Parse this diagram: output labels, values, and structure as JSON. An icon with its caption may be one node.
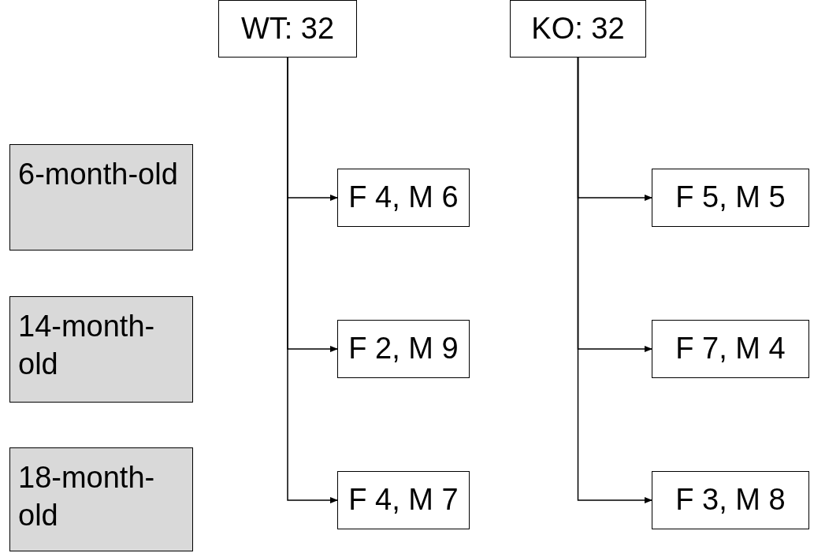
{
  "diagram": {
    "nodes": [
      {
        "text": [
          "6-month-old"
        ]
      },
      {
        "text": [
          "14-month-old"
        ]
      },
      {
        "text": [
          "18-month-old"
        ]
      },
      {
        "text": [
          "WT: 32"
        ]
      },
      {
        "text": [
          "KO: 32"
        ]
      },
      {
        "text": [
          "F 4, M 6"
        ]
      },
      {
        "text": [
          "F 2, M 9"
        ]
      },
      {
        "text": [
          "F 4, M 7"
        ]
      },
      {
        "text": [
          "F 5, M 5"
        ]
      },
      {
        "text": [
          "F 7, M 4"
        ]
      },
      {
        "text": [
          "F 3, M 8"
        ]
      }
    ],
    "edges": [
      {
        "from": 3,
        "to": 5,
        "arrow": "to"
      },
      {
        "from": 3,
        "to": 6,
        "arrow": "to"
      },
      {
        "from": 3,
        "to": 7,
        "arrow": "to"
      },
      {
        "from": 4,
        "to": 8,
        "arrow": "to"
      },
      {
        "from": 4,
        "to": 9,
        "arrow": "to"
      },
      {
        "from": 4,
        "to": 10,
        "arrow": "to"
      }
    ]
  }
}
